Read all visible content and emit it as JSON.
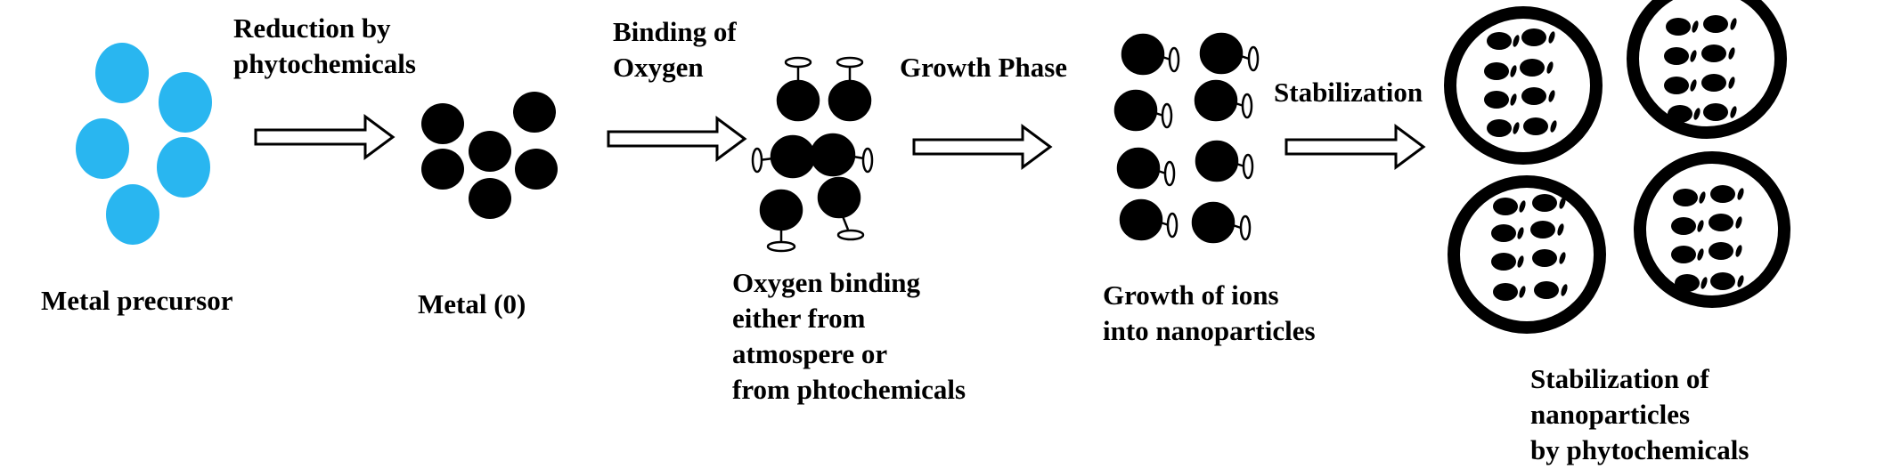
{
  "colors": {
    "precursor": "#29b6f0",
    "metal": "#000000",
    "background": "#ffffff"
  },
  "steps": {
    "reduction": [
      "Reduction by",
      "phytochemicals"
    ],
    "binding": [
      "Binding of",
      "Oxygen"
    ],
    "growth": "Growth Phase",
    "stabilization": "Stabilization"
  },
  "captions": {
    "precursor": "Metal precursor",
    "metal": "Metal",
    "metal_state": "(0)",
    "oxygen": [
      "Oxygen binding",
      "either from",
      "atmospere or",
      "from phtochemicals"
    ],
    "growth": [
      "Growth of ions",
      "into nanoparticles"
    ],
    "stabilized": [
      "Stabilization of",
      "nanoparticles",
      "by phytochemicals"
    ]
  }
}
